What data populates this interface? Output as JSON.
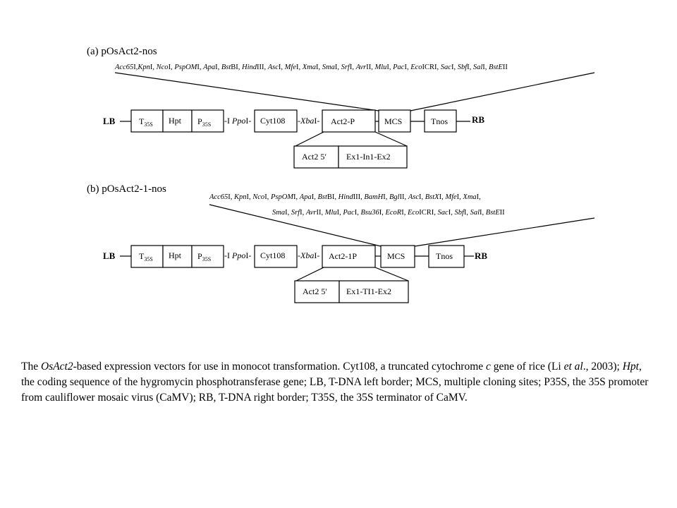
{
  "panel_a": {
    "title": "(a) pOsAct2-nos",
    "sites": [
      {
        "t": "Acc65",
        "i": true
      },
      {
        "t": "I,",
        "i": false
      },
      {
        "t": "Kpn",
        "i": true
      },
      {
        "t": "I, ",
        "i": false
      },
      {
        "t": "Nco",
        "i": true
      },
      {
        "t": "I, ",
        "i": false
      },
      {
        "t": "PspOM",
        "i": true
      },
      {
        "t": "I, ",
        "i": false
      },
      {
        "t": "Apa",
        "i": true
      },
      {
        "t": "I, ",
        "i": false
      },
      {
        "t": "Bst",
        "i": true
      },
      {
        "t": "BI, ",
        "i": false
      },
      {
        "t": "Hind",
        "i": true
      },
      {
        "t": "III, ",
        "i": false
      },
      {
        "t": "Asc",
        "i": true
      },
      {
        "t": "I, ",
        "i": false
      },
      {
        "t": "Mfe",
        "i": true
      },
      {
        "t": "I, ",
        "i": false
      },
      {
        "t": "Xma",
        "i": true
      },
      {
        "t": "I, ",
        "i": false
      },
      {
        "t": "Sma",
        "i": true
      },
      {
        "t": "I, ",
        "i": false
      },
      {
        "t": "Srf",
        "i": true
      },
      {
        "t": "I, ",
        "i": false
      },
      {
        "t": "Avr",
        "i": true
      },
      {
        "t": "II, ",
        "i": false
      },
      {
        "t": "Mlu",
        "i": true
      },
      {
        "t": "I, ",
        "i": false
      },
      {
        "t": "Pac",
        "i": true
      },
      {
        "t": "I, ",
        "i": false
      },
      {
        "t": "Eco",
        "i": true
      },
      {
        "t": "ICRI, ",
        "i": false
      },
      {
        "t": "Sac",
        "i": true
      },
      {
        "t": "I, ",
        "i": false
      },
      {
        "t": "Sbf",
        "i": true
      },
      {
        "t": "I, ",
        "i": false
      },
      {
        "t": "Sal",
        "i": true
      },
      {
        "t": "I, ",
        "i": false
      },
      {
        "t": "BstE",
        "i": true
      },
      {
        "t": "II",
        "i": false
      }
    ],
    "lb": "LB",
    "rb": "RB",
    "t35s": {
      "main": "T",
      "sub": "35S"
    },
    "hpt": "Hpt",
    "p35s": {
      "main": "P",
      "sub": "35S"
    },
    "ppo_pre": "-I ",
    "ppo": "Ppo",
    "ppo_post": "I-",
    "cyt": "Cyt108",
    "xba_pre": "-",
    "xba": "Xba",
    "xba_post": "I-",
    "promoter": "Act2-P",
    "mcs": "MCS",
    "tnos": "Tnos",
    "detail_left": "Act2 5′",
    "detail_right": "Ex1-In1-Ex2"
  },
  "panel_b": {
    "title": "(b) pOsAct2-1-nos",
    "sites_line1": [
      {
        "t": "Acc65",
        "i": true
      },
      {
        "t": "I, ",
        "i": false
      },
      {
        "t": "Kpn",
        "i": true
      },
      {
        "t": "I, ",
        "i": false
      },
      {
        "t": "Nco",
        "i": true
      },
      {
        "t": "I, ",
        "i": false
      },
      {
        "t": "PspOM",
        "i": true
      },
      {
        "t": "I, ",
        "i": false
      },
      {
        "t": "Apa",
        "i": true
      },
      {
        "t": "I, ",
        "i": false
      },
      {
        "t": "Bst",
        "i": true
      },
      {
        "t": "BI, ",
        "i": false
      },
      {
        "t": "Hind",
        "i": true
      },
      {
        "t": "III, ",
        "i": false
      },
      {
        "t": "BamH",
        "i": true
      },
      {
        "t": "I, ",
        "i": false
      },
      {
        "t": "Bgl",
        "i": true
      },
      {
        "t": "II, ",
        "i": false
      },
      {
        "t": "Asc",
        "i": true
      },
      {
        "t": "I, ",
        "i": false
      },
      {
        "t": "BstX",
        "i": true
      },
      {
        "t": "I, ",
        "i": false
      },
      {
        "t": "Mfe",
        "i": true
      },
      {
        "t": "I, ",
        "i": false
      },
      {
        "t": "Xma",
        "i": true
      },
      {
        "t": "I,",
        "i": false
      }
    ],
    "sites_line2": [
      {
        "t": "Sma",
        "i": true
      },
      {
        "t": "I, ",
        "i": false
      },
      {
        "t": "Srf",
        "i": true
      },
      {
        "t": "I, ",
        "i": false
      },
      {
        "t": "Avr",
        "i": true
      },
      {
        "t": "II, ",
        "i": false
      },
      {
        "t": "Mlu",
        "i": true
      },
      {
        "t": "I, ",
        "i": false
      },
      {
        "t": "Pac",
        "i": true
      },
      {
        "t": "I, ",
        "i": false
      },
      {
        "t": "Bsu36",
        "i": true
      },
      {
        "t": "I, ",
        "i": false
      },
      {
        "t": "EcoR",
        "i": true
      },
      {
        "t": "I, ",
        "i": false
      },
      {
        "t": "Eco",
        "i": true
      },
      {
        "t": "ICRI, ",
        "i": false
      },
      {
        "t": "Sac",
        "i": true
      },
      {
        "t": "I, ",
        "i": false
      },
      {
        "t": "Sbf",
        "i": true
      },
      {
        "t": "I, ",
        "i": false
      },
      {
        "t": "Sal",
        "i": true
      },
      {
        "t": "I, ",
        "i": false
      },
      {
        "t": "BstE",
        "i": true
      },
      {
        "t": "II",
        "i": false
      }
    ],
    "lb": "LB",
    "rb": "RB",
    "t35s": {
      "main": "T",
      "sub": "35S"
    },
    "hpt": "Hpt",
    "p35s": {
      "main": "P",
      "sub": "35S"
    },
    "ppo_pre": "-I ",
    "ppo": "Ppo",
    "ppo_post": "I-",
    "cyt": "Cyt108",
    "xba_pre": "-",
    "xba": "Xba",
    "xba_post": "I-",
    "promoter": "Act2-1P",
    "mcs": "MCS",
    "tnos": "Tnos",
    "detail_left": "Act2 5′",
    "detail_right": "Ex1-TI1-Ex2"
  },
  "caption": [
    {
      "t": "The ",
      "i": false
    },
    {
      "t": "OsAct2",
      "i": true
    },
    {
      "t": "-based expression vectors for use in monocot transformation. Cyt108, a truncated cytochrome ",
      "i": false
    },
    {
      "t": "c",
      "i": true
    },
    {
      "t": " gene of rice (Li ",
      "i": false
    },
    {
      "t": "et al",
      "i": true
    },
    {
      "t": "., 2003); ",
      "i": false
    },
    {
      "t": "Hpt",
      "i": true
    },
    {
      "t": ", the coding sequence of the hygromycin phosphotransferase gene; LB, T-DNA left border; MCS, multiple cloning sites; P35S, the 35S promoter from cauliflower mosaic virus (CaMV); RB, T-DNA right border; T35S, the 35S terminator of CaMV.",
      "i": false
    }
  ]
}
